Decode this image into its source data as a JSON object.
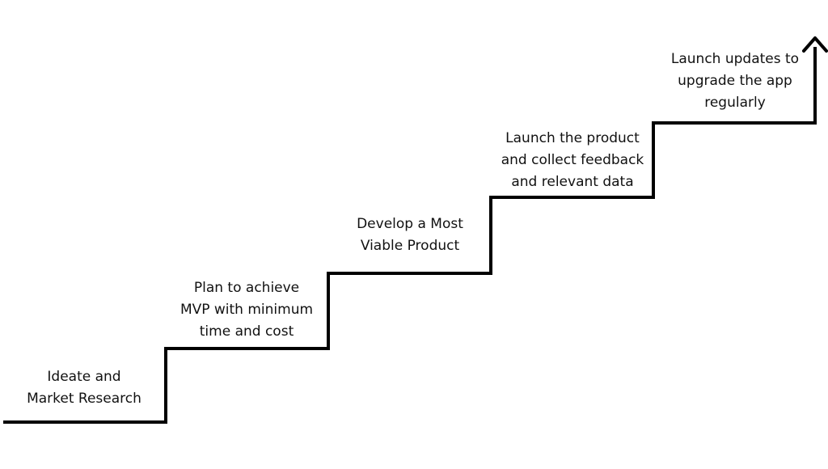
{
  "colors": {
    "line": "#000000",
    "text": "#111111",
    "background": "#ffffff"
  },
  "steps": [
    {
      "lines": [
        "Ideate and",
        "Market Research"
      ]
    },
    {
      "lines": [
        "Plan to achieve",
        "MVP with minimum",
        "time and cost"
      ]
    },
    {
      "lines": [
        "Develop a Most",
        "Viable Product"
      ]
    },
    {
      "lines": [
        "Launch the product",
        "and collect feedback",
        "and relevant data"
      ]
    },
    {
      "lines": [
        "Launch updates to",
        "upgrade the app",
        "regularly"
      ]
    }
  ],
  "arrow": {
    "icon": "arrow-up-icon"
  }
}
